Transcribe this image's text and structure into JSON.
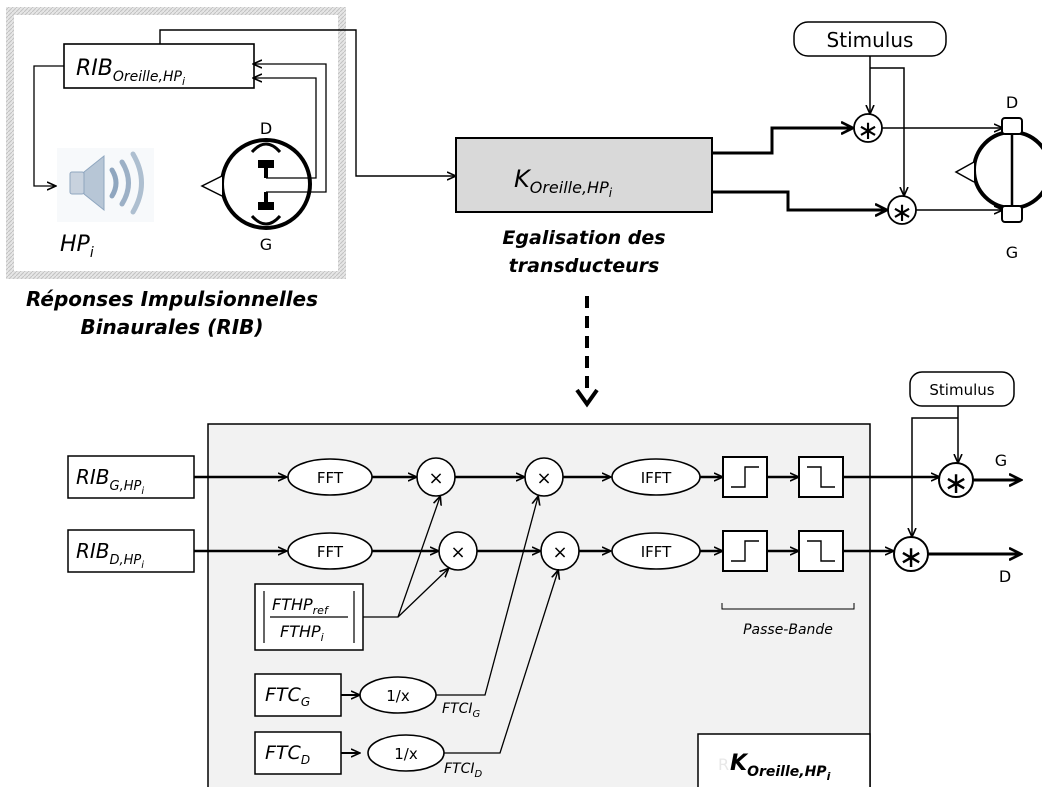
{
  "top": {
    "rib_box": {
      "main": "RIB",
      "sub": "Oreille,HP",
      "subsub": "i"
    },
    "hp": {
      "main": "HP",
      "sub": "i"
    },
    "head_left": {
      "top": "D",
      "bottom": "G"
    },
    "rib_caption": [
      "Réponses Impulsionnelles",
      "Binaurales  (RIB)"
    ],
    "k_box": {
      "main": "K",
      "sub": "Oreille,HP",
      "subsub": "i"
    },
    "k_caption": [
      "Egalisation des",
      "transducteurs"
    ],
    "stimulus": "Stimulus",
    "head_right": {
      "top": "D",
      "bottom": "G"
    }
  },
  "bottom": {
    "inputs": [
      {
        "main": "RIB",
        "sub": "G,HP",
        "subsub": "i"
      },
      {
        "main": "RIB",
        "sub": "D,HP",
        "subsub": "i"
      }
    ],
    "fft": "FFT",
    "ifft": "IFFT",
    "mult": "×",
    "ratio": {
      "num_main": "FTHP",
      "num_sub": "ref",
      "den_main": "FTHP",
      "den_sub": "i"
    },
    "ftc": [
      {
        "main": "FTC",
        "sub": "G"
      },
      {
        "main": "FTC",
        "sub": "D"
      }
    ],
    "inv": "1/x",
    "ftci": [
      {
        "main": "FTCI",
        "sub": "G"
      },
      {
        "main": "FTCI",
        "sub": "D"
      }
    ],
    "passband": "Passe-Bande",
    "stimulus": "Stimulus",
    "conv": "∗",
    "outputs": {
      "g": "G",
      "d": "D"
    },
    "panel_label": {
      "prefix": "R",
      "main": "K",
      "sub": "Oreille,HP",
      "subsub": "i"
    }
  },
  "colors": {
    "k_box_fill": "#d9d9d9",
    "panel_fill": "#f2f2f2",
    "frame_gray": "#bfbfbf",
    "speaker_blue": "#8fa6bf"
  }
}
